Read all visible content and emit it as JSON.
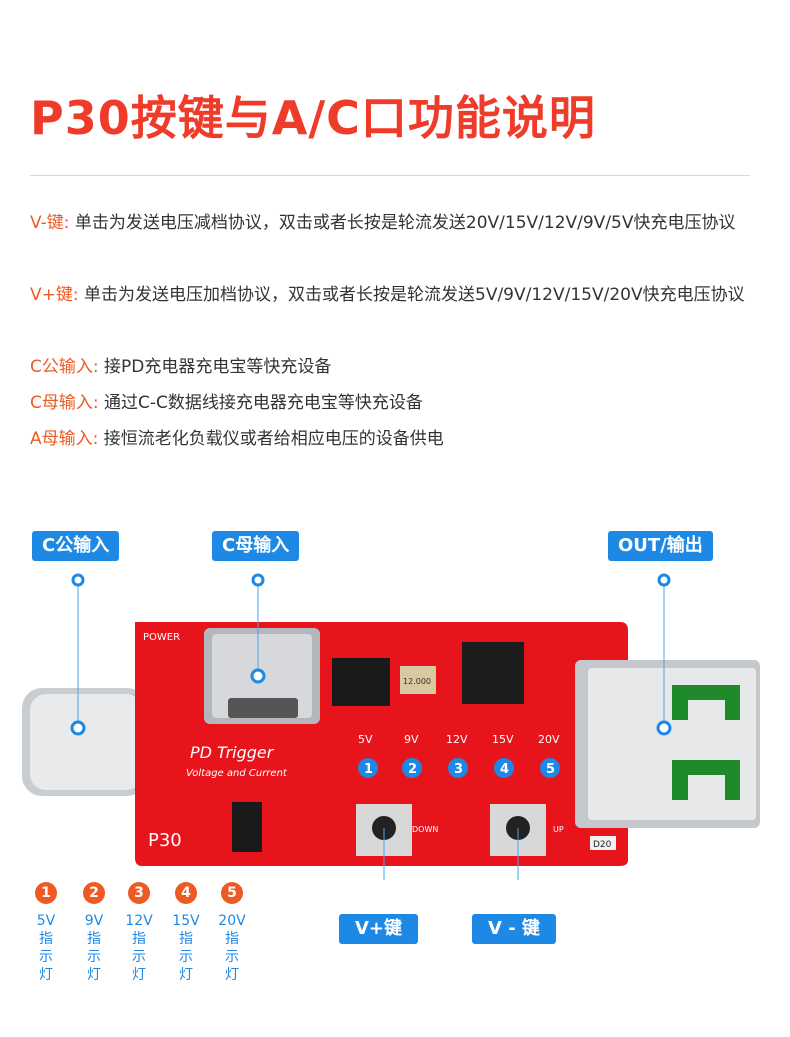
{
  "title": "P30按键与A/C口功能说明",
  "descriptions": [
    {
      "key": "V-键:",
      "text": " 单击为发送电压减档协议，双击或者长按是轮流发送20V/15V/12V/9V/5V快充电压协议"
    },
    {
      "key": "V+键:",
      "text": " 单击为发送电压加档协议，双击或者长按是轮流发送5V/9V/12V/15V/20V快充电压协议"
    },
    {
      "key": "C公输入:",
      "text": " 接PD充电器充电宝等快充设备"
    },
    {
      "key": "C母输入:",
      "text": " 通过C-C数据线接充电器充电宝等快充设备"
    },
    {
      "key": "A母输入:",
      "text": " 接恒流老化负载仪或者给相应电压的设备供电"
    }
  ],
  "callouts": {
    "c_male": "C公输入",
    "c_female": "C母输入",
    "out": "OUT/输出",
    "v_plus": "V+键",
    "v_minus": "V - 键"
  },
  "board": {
    "power": "POWER",
    "pd_trigger": "PD Trigger",
    "voltage_current": "Voltage and Current",
    "model": "P30",
    "down": "DOWN",
    "up": "UP",
    "crystal": "12.000",
    "chip_code": "D20",
    "led_labels": [
      "5V",
      "9V",
      "12V",
      "15V",
      "20V"
    ],
    "led_numbers": [
      "1",
      "2",
      "3",
      "4",
      "5"
    ],
    "pcb_color": "#e8141c"
  },
  "legend": [
    {
      "num": "1",
      "line1": "5V",
      "line2": "指",
      "line3": "示",
      "line4": "灯"
    },
    {
      "num": "2",
      "line1": "9V",
      "line2": "指",
      "line3": "示",
      "line4": "灯"
    },
    {
      "num": "3",
      "line1": "12V",
      "line2": "指",
      "line3": "示",
      "line4": "灯"
    },
    {
      "num": "4",
      "line1": "15V",
      "line2": "指",
      "line3": "示",
      "line4": "灯"
    },
    {
      "num": "5",
      "line1": "20V",
      "line2": "指",
      "line3": "示",
      "line4": "灯"
    }
  ]
}
